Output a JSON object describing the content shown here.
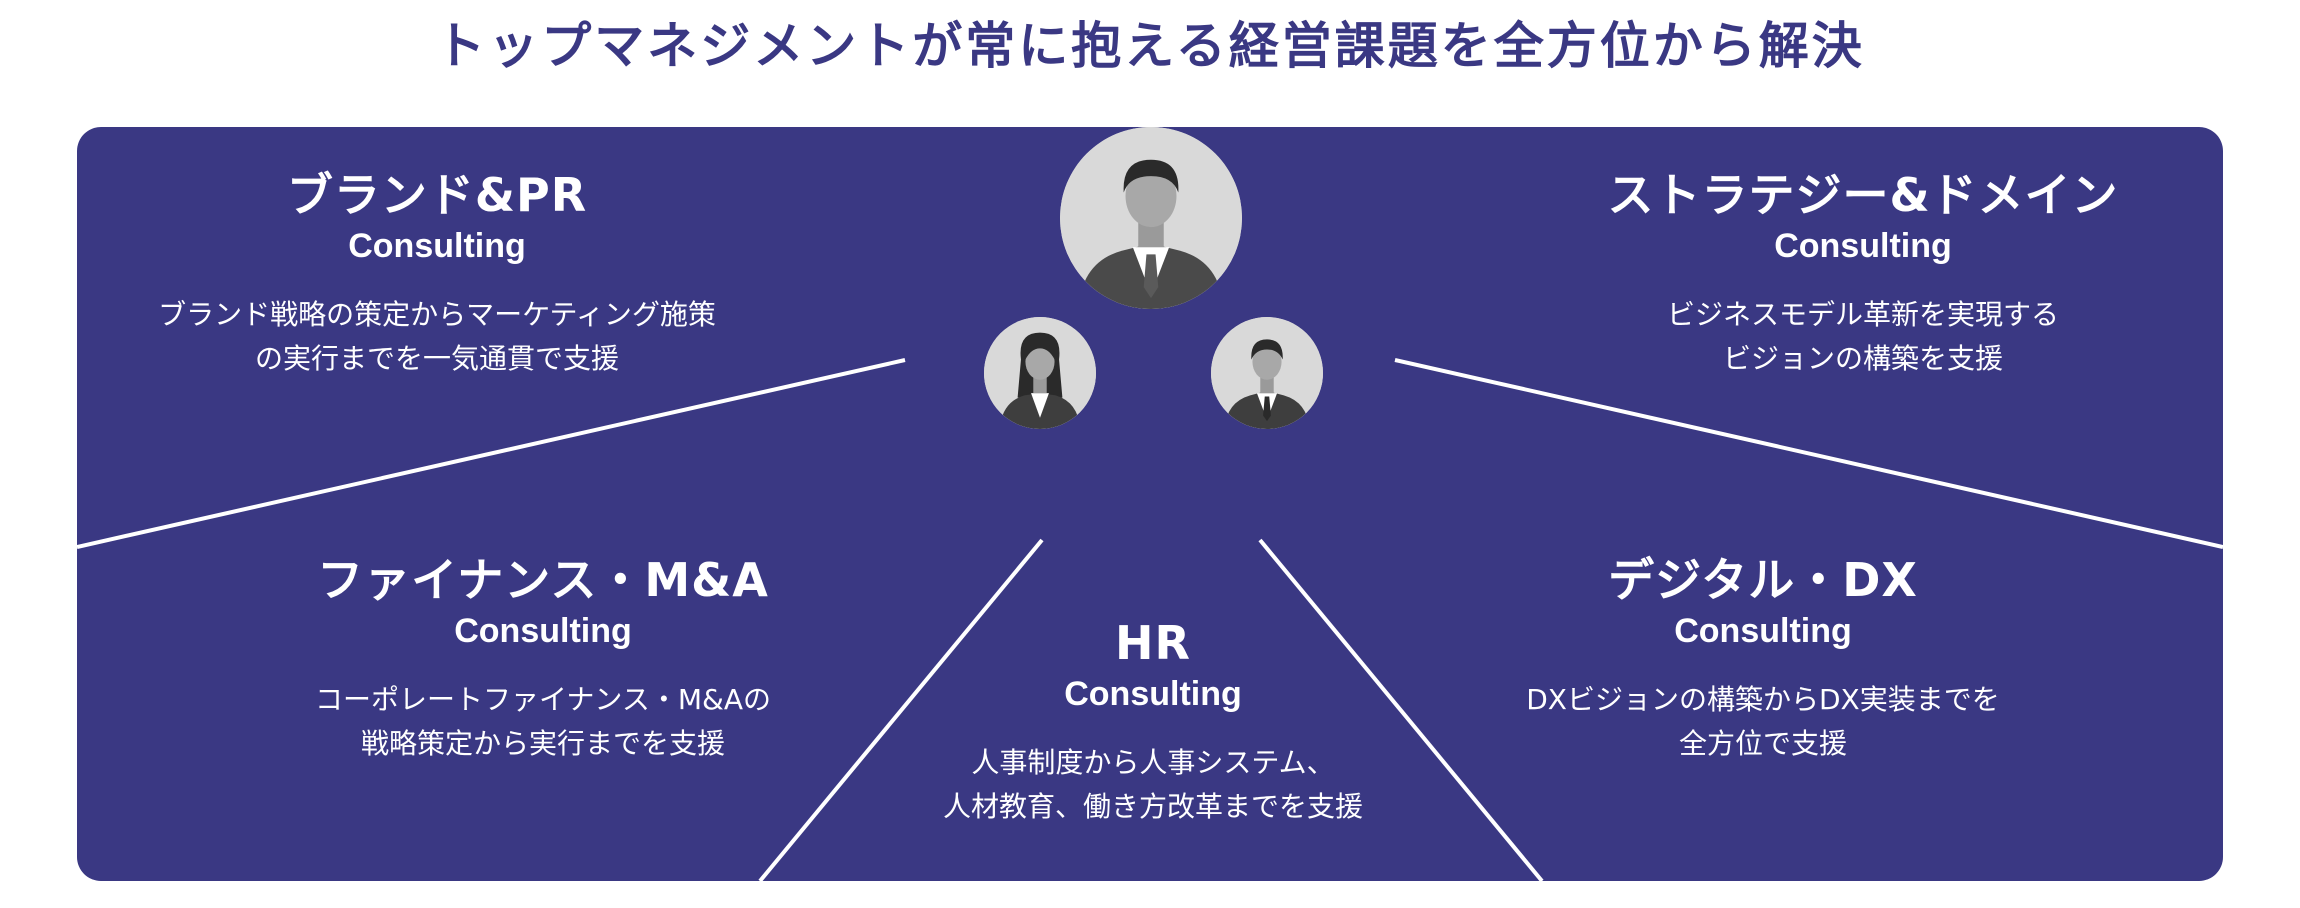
{
  "title": "トップマネジメントが常に抱える経営課題を全方位から解決",
  "colors": {
    "panel": "#3a3883",
    "text": "#ffffff",
    "title": "#3a3883",
    "avatar_bg": "#d9d9d9"
  },
  "sections": {
    "brand": {
      "title": "ブランド&PR",
      "subtitle": "Consulting",
      "desc_line1": "ブランド戦略の策定からマーケティング施策",
      "desc_line2": "の実行までを一気通貫で支援"
    },
    "strategy": {
      "title": "ストラテジー&ドメイン",
      "subtitle": "Consulting",
      "desc_line1": "ビジネスモデル革新を実現する",
      "desc_line2": "ビジョンの構築を支援"
    },
    "finance": {
      "title": "ファイナンス・M&A",
      "subtitle": "Consulting",
      "desc_line1": "コーポレートファイナンス・M&Aの",
      "desc_line2": "戦略策定から実行までを支援"
    },
    "hr": {
      "title": "HR",
      "subtitle": "Consulting",
      "desc_line1": "人事制度から人事システム、",
      "desc_line2": "人材教育、働き方改革までを支援"
    },
    "digital": {
      "title": "デジタル・DX",
      "subtitle": "Consulting",
      "desc_line1": "DXビジョンの構築からDX実装までを",
      "desc_line2": "全方位で支援"
    }
  },
  "avatars": [
    {
      "icon": "businessman-icon"
    },
    {
      "icon": "businesswoman-icon"
    },
    {
      "icon": "businessman-icon"
    }
  ]
}
